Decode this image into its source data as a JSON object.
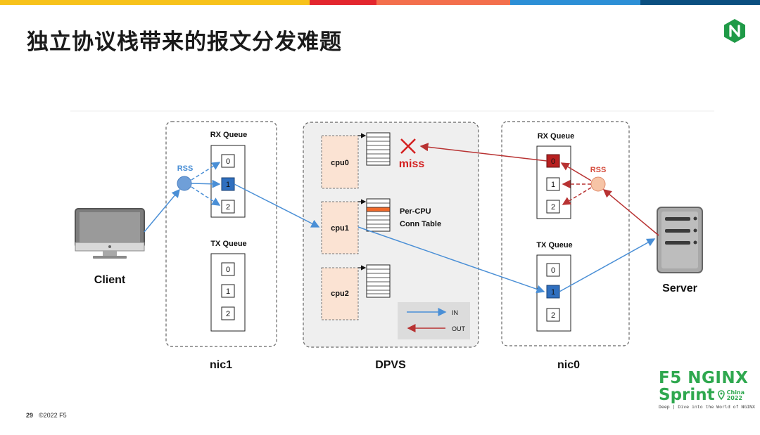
{
  "slide": {
    "title": "独立协议栈带来的报文分发难题",
    "page_number": "29",
    "copyright": "©2022 F5",
    "colors": {
      "top_bar": [
        "#f7c21b",
        "#e3262e",
        "#f36f4c",
        "#2c8fd6",
        "#0b4f80"
      ],
      "in_arrow": "#4a8fd6",
      "out_arrow": "#b83232",
      "brand_green": "#2fa84f"
    }
  },
  "diagram": {
    "client_label": "Client",
    "server_label": "Server",
    "nic1": {
      "label": "nic1",
      "rx_title": "RX Queue",
      "tx_title": "TX Queue",
      "rss_label": "RSS",
      "rx_queues": [
        "0",
        "1",
        "2"
      ],
      "tx_queues": [
        "0",
        "1",
        "2"
      ]
    },
    "dpvs": {
      "label": "DPVS",
      "cpus": [
        "cpu0",
        "cpu1",
        "cpu2"
      ],
      "conn_table_label_line1": "Per-CPU",
      "conn_table_label_line2": "Conn Table",
      "miss_label": "miss",
      "legend_in": "IN",
      "legend_out": "OUT"
    },
    "nic0": {
      "label": "nic0",
      "rx_title": "RX Queue",
      "tx_title": "TX Queue",
      "rss_label": "RSS",
      "rx_queues": [
        "0",
        "1",
        "2"
      ],
      "tx_queues": [
        "0",
        "1",
        "2"
      ]
    }
  },
  "branding": {
    "line1": "F5 NGINX",
    "line2": "Sprint",
    "china": "China",
    "year": "2022",
    "tagline": "Deep | Dive into the World of NGINX"
  }
}
